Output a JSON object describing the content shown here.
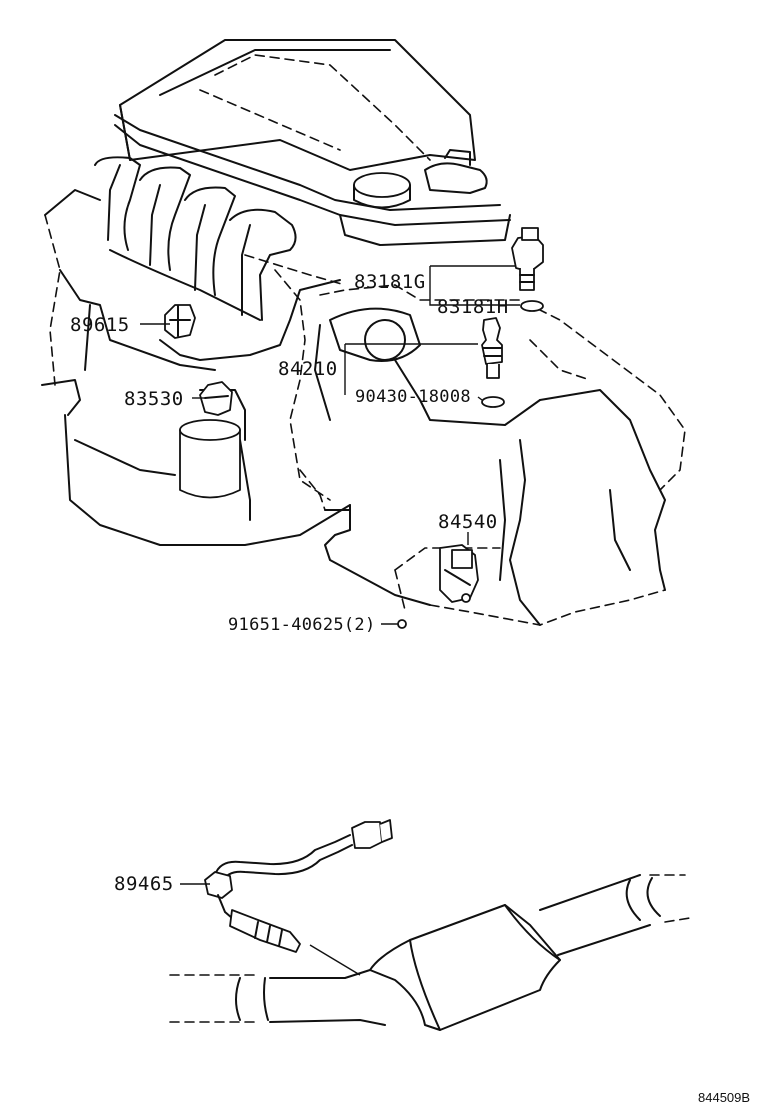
{
  "parts": [
    {
      "id": "89615",
      "label": "89615"
    },
    {
      "id": "83530",
      "label": "83530"
    },
    {
      "id": "83181G",
      "label": "83181G"
    },
    {
      "id": "83181H",
      "label": "83181H"
    },
    {
      "id": "84210",
      "label": "84210"
    },
    {
      "id": "90430-18008",
      "label": "90430-18008"
    },
    {
      "id": "84540",
      "label": "84540"
    },
    {
      "id": "91651-40625",
      "label": "91651-40625(2)"
    },
    {
      "id": "89465",
      "label": "89465"
    }
  ],
  "reference_code": "844509B"
}
